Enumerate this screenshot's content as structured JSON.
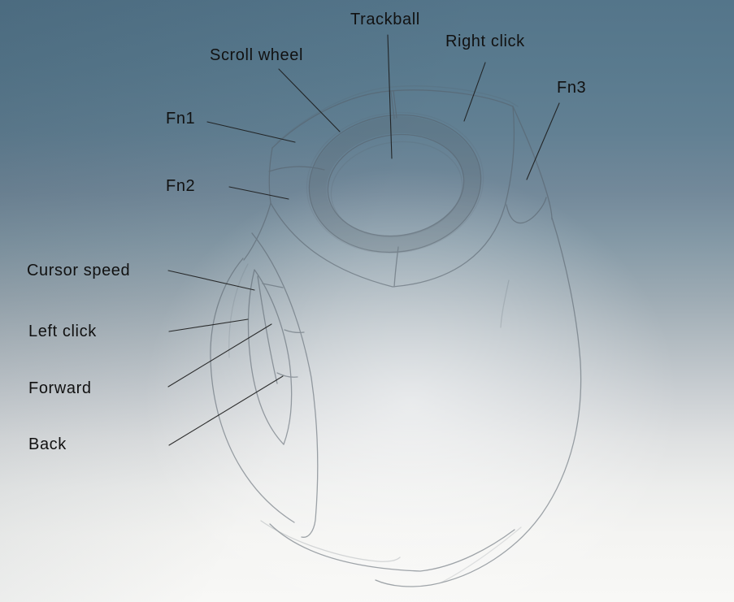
{
  "labels": {
    "trackball": "Trackball",
    "scroll_wheel": "Scroll wheel",
    "right_click": "Right click",
    "fn3": "Fn3",
    "fn1": "Fn1",
    "fn2": "Fn2",
    "cursor_speed": "Cursor speed",
    "left_click": "Left click",
    "forward": "Forward",
    "back": "Back"
  },
  "colors": {
    "background_top": "#54758a",
    "background_middle": "#9caab3",
    "background_bottom": "#f8f8f6",
    "label_text": "#111111",
    "leader_line": "#1c1c1c",
    "sketch_line": "#56606a"
  }
}
